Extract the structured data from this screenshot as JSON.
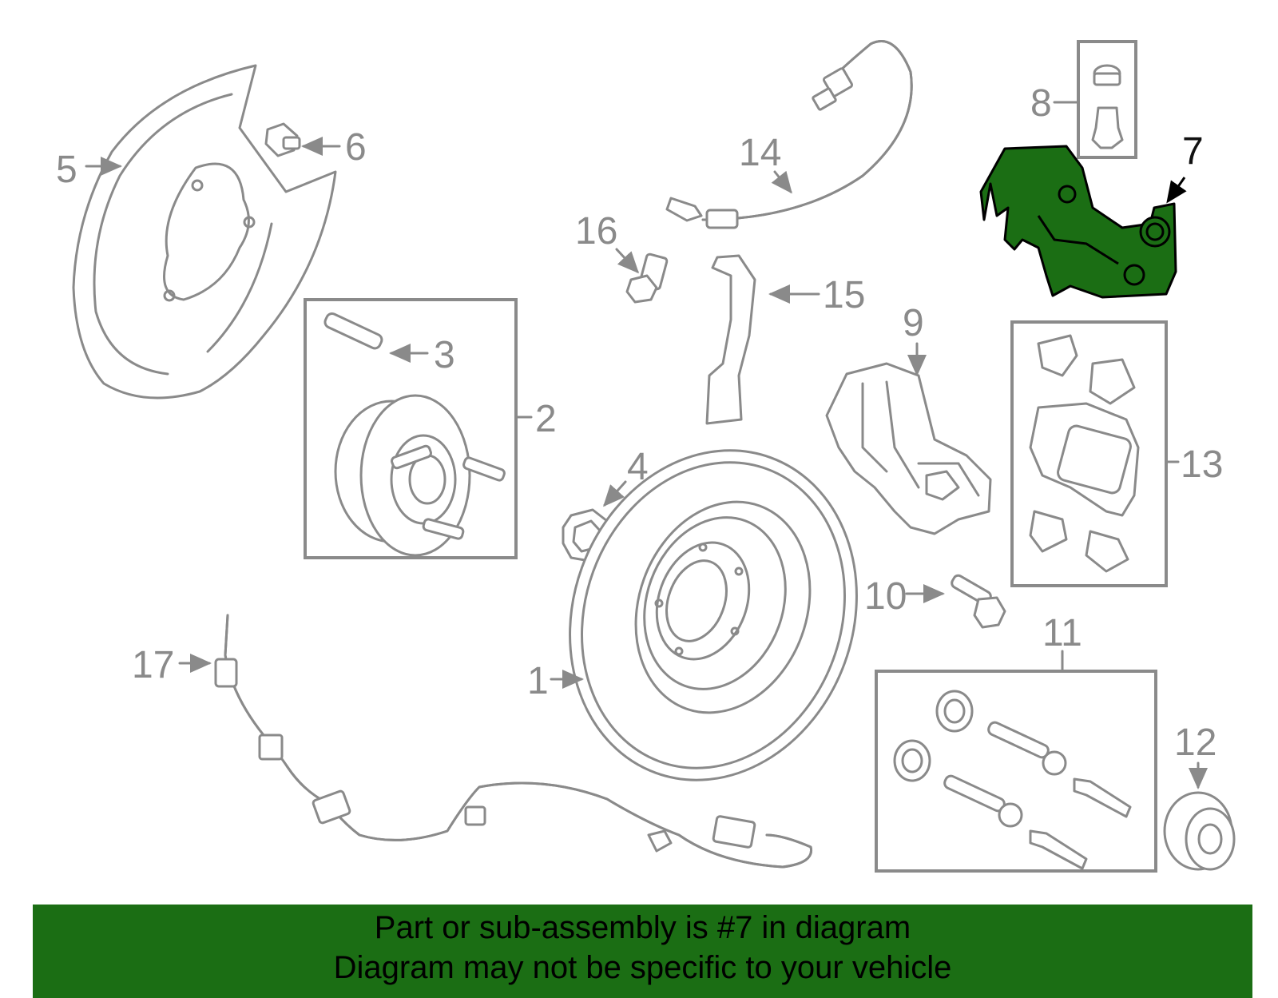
{
  "labels": {
    "n1": "1",
    "n2": "2",
    "n3": "3",
    "n4": "4",
    "n5": "5",
    "n6": "6",
    "n7": "7",
    "n8": "8",
    "n9": "9",
    "n10": "10",
    "n11": "11",
    "n12": "12",
    "n13": "13",
    "n14": "14",
    "n15": "15",
    "n16": "16",
    "n17": "17"
  },
  "highlight": {
    "part_number": "7",
    "color": "#1b6e14"
  },
  "banner": {
    "line1": "Part or sub-assembly is #7 in diagram",
    "line2": "Diagram may not be specific to your vehicle",
    "background": "#1b6e14"
  }
}
